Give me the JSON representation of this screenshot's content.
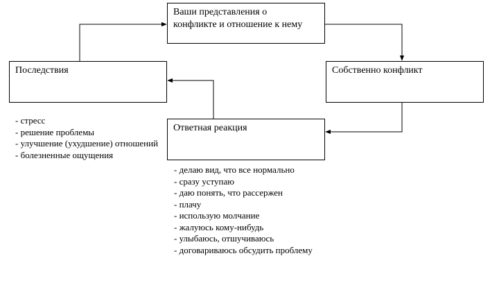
{
  "diagram": {
    "boxes": {
      "views": "Ваши представления о\nконфликте и отношение к нему",
      "conflict": "Собственно конфликт",
      "response": "Ответная реакция",
      "consequences": "Последствия"
    },
    "consequences_list": [
      "- стресс",
      "- решение проблемы",
      "- улучшение (ухудшение) отношений",
      "- болезненные ощущения"
    ],
    "response_list": [
      "- делаю вид, что все нормально",
      "- сразу уступаю",
      "- даю понять, что рассержен",
      "- плачу",
      "- использую молчание",
      "- жалуюсь кому-нибудь",
      "- улыбаюсь, отшучиваюсь",
      "- договариваюсь обсудить проблему"
    ]
  },
  "colors": {
    "line": "#000000",
    "background": "#ffffff"
  }
}
